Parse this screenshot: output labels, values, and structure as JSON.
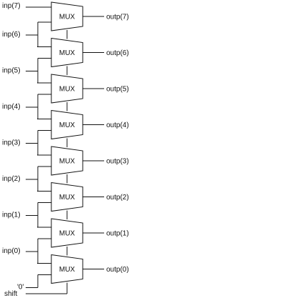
{
  "diagram": {
    "mux_label": "MUX",
    "inputs": [
      "inp(7)",
      "inp(6)",
      "inp(5)",
      "inp(4)",
      "inp(3)",
      "inp(2)",
      "inp(1)",
      "inp(0)",
      "'0'"
    ],
    "outputs": [
      "outp(7)",
      "outp(6)",
      "outp(5)",
      "outp(4)",
      "outp(3)",
      "outp(2)",
      "outp(1)",
      "outp(0)"
    ],
    "control_label": "shift",
    "colors": {
      "stroke": "#111111",
      "background": "#ffffff"
    }
  }
}
